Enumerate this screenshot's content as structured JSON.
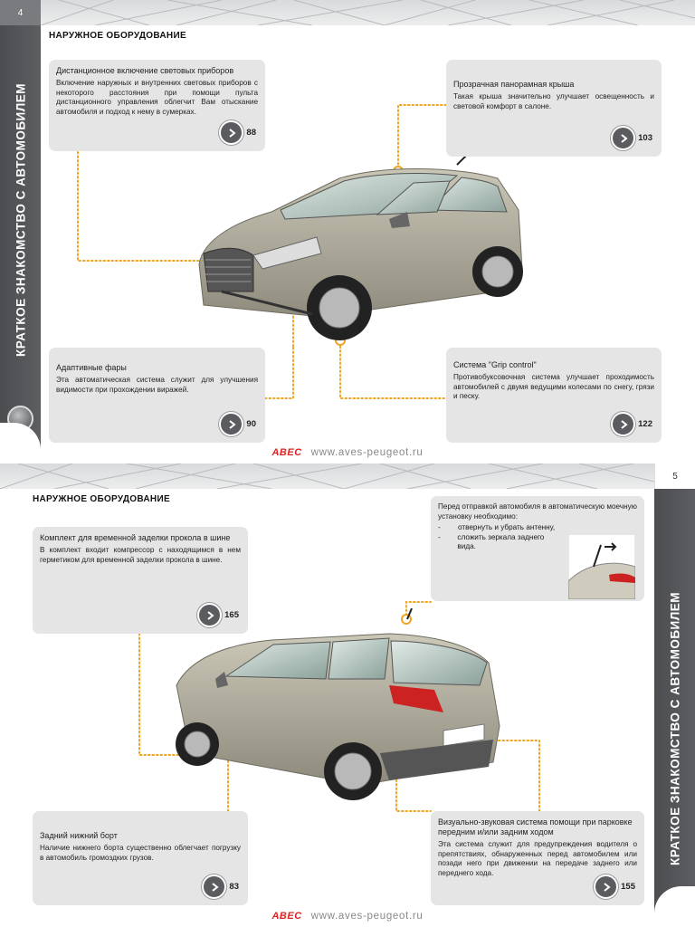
{
  "top": {
    "page_number": "4",
    "section_title": "НАРУЖНОЕ ОБОРУДОВАНИЕ",
    "side_label": "КРАТКОЕ ЗНАКОМСТВО С АВТОМОБИЛЕМ",
    "boxes": [
      {
        "title": "Дистанционное включение световых приборов",
        "text": "Включение наружных и внутренних световых приборов с некоторого расстояния при помощи пульта дистанционного управления облегчит Вам отыскание автомобиля и подход к нему в сумерках.",
        "page": "88"
      },
      {
        "title": "Прозрачная панорамная крыша",
        "text": "Такая крыша значительно улучшает освещенность и световой комфорт в салоне.",
        "page": "103"
      },
      {
        "title": "Адаптивные фары",
        "text": "Эта автоматическая система служит для улучшения видимости при прохождении виражей.",
        "page": "90"
      },
      {
        "title": "Система \"Grip control\"",
        "text": "Противобуксовочная система улучшает проходимость автомобилей с двумя ведущими колесами по снегу, грязи и песку.",
        "page": "122"
      }
    ],
    "footer": {
      "brand": "ABEC",
      "url": "www.aves-peugeot.ru"
    }
  },
  "bottom": {
    "page_number": "5",
    "section_title": "НАРУЖНОЕ ОБОРУДОВАНИЕ",
    "side_label": "КРАТКОЕ ЗНАКОМСТВО С АВТОМОБИЛЕМ",
    "boxes": [
      {
        "title": "Комплект для временной заделки прокола в шине",
        "text": "В комплект входит компрессор с находящимся в нем герметиком для временной заделки прокола в шине.",
        "page": "165"
      },
      {
        "title": "Задний нижний борт",
        "text": "Наличие нижнего борта существенно облегчает погрузку в автомобиль громоздких грузов.",
        "page": "83"
      },
      {
        "title": "Визуально-звуковая система помощи при парковке передним и/или задним ходом",
        "text": "Эта система служит для предупреждения водителя о препятствиях, обнаруженных перед автомобилем или позади него при движении на передаче заднего или переднего хода.",
        "page": "155"
      }
    ],
    "wash": {
      "intro": "Перед отправкой автомобиля в автоматическую моечную установку необходимо:",
      "items": [
        {
          "dash": "-",
          "text": "отвернуть и убрать антенну,"
        },
        {
          "dash": "-",
          "text": "сложить зеркала заднего вида."
        }
      ]
    },
    "footer": {
      "brand": "ABEC",
      "url": "www.aves-peugeot.ru"
    }
  }
}
